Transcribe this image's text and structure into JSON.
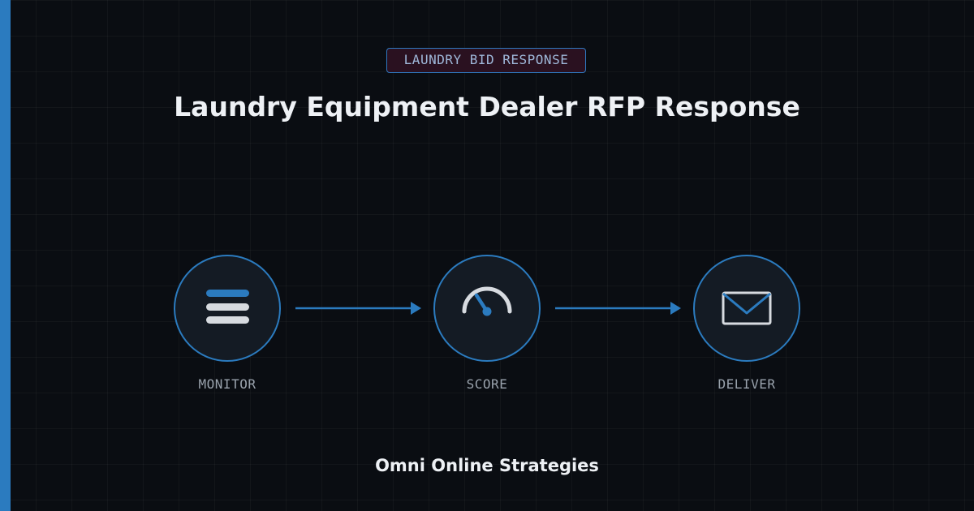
{
  "badge": {
    "label": "LAUNDRY BID RESPONSE"
  },
  "title": "Laundry Equipment Dealer RFP Response",
  "steps": [
    {
      "label": "MONITOR",
      "icon": "list-icon"
    },
    {
      "label": "SCORE",
      "icon": "gauge-icon"
    },
    {
      "label": "DELIVER",
      "icon": "envelope-icon"
    }
  ],
  "footer": {
    "company": "Omni Online Strategies"
  },
  "colors": {
    "accent": "#2b7bbf",
    "background": "#0a0d12",
    "circle_fill": "#141b24",
    "icon_light": "#d7dbe0",
    "badge_fill": "#2a1120"
  }
}
